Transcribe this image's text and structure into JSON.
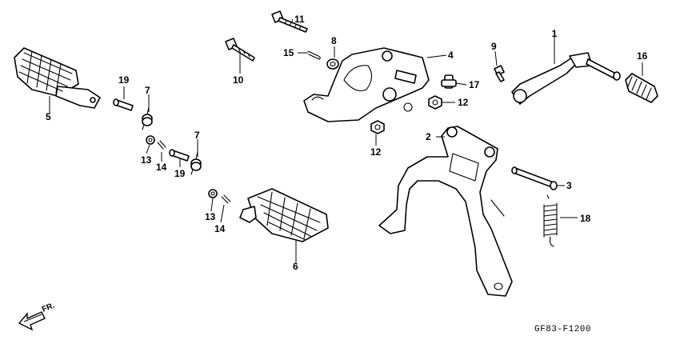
{
  "labels": {
    "p1": "1",
    "p2": "2",
    "p3": "3",
    "p4": "4",
    "p5": "5",
    "p6": "6",
    "p7a": "7",
    "p7b": "7",
    "p8": "8",
    "p9": "9",
    "p10": "10",
    "p11": "11",
    "p12a": "12",
    "p12b": "12",
    "p13a": "13",
    "p13b": "13",
    "p14a": "14",
    "p14b": "14",
    "p15": "15",
    "p16": "16",
    "p17": "17",
    "p18": "18",
    "p19a": "19",
    "p19b": "19"
  },
  "direction": "FR.",
  "diagram_code": "GF83-F1200"
}
